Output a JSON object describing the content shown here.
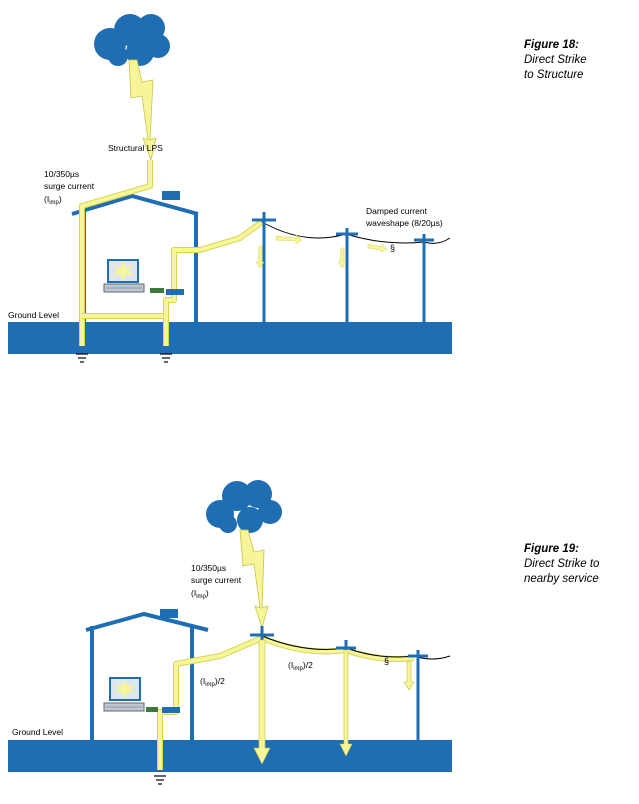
{
  "figure18": {
    "caption_number": "Figure 18:",
    "caption_line1": "Direct Strike",
    "caption_line2": "to Structure",
    "lps_label": "Structural LPS",
    "surge_line1": "10/350µs",
    "surge_line2": "surge current",
    "surge_line3_prefix": "(I",
    "surge_line3_sub": "imp",
    "surge_line3_suffix": ")",
    "damped_line1": "Damped current",
    "damped_line2": "waveshape (8/20µs)",
    "ground_label": "Ground Level"
  },
  "figure19": {
    "caption_number": "Figure 19:",
    "caption_line1": "Direct Strike to",
    "caption_line2": "nearby service",
    "surge_line1": "10/350µs",
    "surge_line2": "surge current",
    "surge_line3_prefix": "(I",
    "surge_line3_sub": "imp",
    "surge_line3_suffix": ")",
    "half_left_prefix": "(I",
    "half_left_sub": "imp",
    "half_left_suffix": ")/2",
    "half_right_prefix": "(I",
    "half_right_sub": "imp",
    "half_right_suffix": ")/2",
    "ground_label": "Ground Level"
  },
  "colors": {
    "blue": "#1f6db3",
    "cloud": "#1f6db3",
    "yellow": "#f6f59a",
    "yellow_stroke": "#d8d650",
    "wire": "#000000",
    "grey": "#a9a9a9"
  }
}
